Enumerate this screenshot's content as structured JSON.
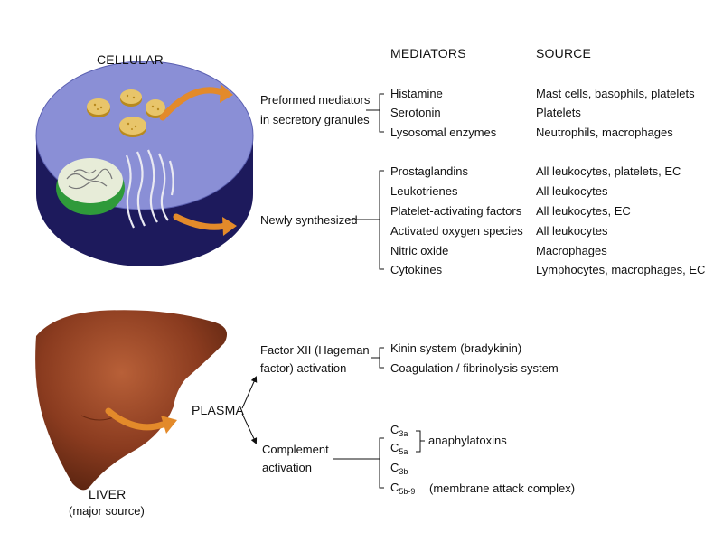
{
  "colors": {
    "cell_top": "#8a8fd6",
    "cell_side": "#1d1a5c",
    "granule": "#e8c56a",
    "granule_dot": "#b8891e",
    "nucleus": "#e7ecd8",
    "nucleus_rim": "#2f9a3a",
    "arrow": "#e38a2a",
    "liver": "#8a3b1f",
    "liver_light": "#b5582e"
  },
  "labels": {
    "cellular": "CELLULAR",
    "liver": "LIVER",
    "liver_sub": "(major source)",
    "plasma": "PLASMA",
    "mediators_header": "MEDIATORS",
    "source_header": "SOURCE"
  },
  "preformed": {
    "label_line1": "Preformed mediators",
    "label_line2": "in secretory granules",
    "mediators": [
      "Histamine",
      "Serotonin",
      "Lysosomal enzymes"
    ],
    "sources": [
      "Mast cells, basophils, platelets",
      "Platelets",
      "Neutrophils, macrophages"
    ]
  },
  "newly": {
    "label": "Newly synthesized",
    "mediators": [
      "Prostaglandins",
      "Leukotrienes",
      "Platelet-activating factors",
      "Activated oxygen species",
      "Nitric oxide",
      "Cytokines"
    ],
    "sources": [
      "All leukocytes, platelets, EC",
      "All leukocytes",
      "All leukocytes, EC",
      "All leukocytes",
      "Macrophages",
      "Lymphocytes, macrophages, EC"
    ]
  },
  "factor12": {
    "label_line1": "Factor XII (Hageman",
    "label_line2": "factor) activation",
    "items": [
      "Kinin system (bradykinin)",
      "Coagulation / fibrinolysis system"
    ]
  },
  "complement": {
    "label_line1": "Complement",
    "label_line2": "activation",
    "c3a_base": "C",
    "c3a_sub": "3a",
    "c5a_base": "C",
    "c5a_sub": "5a",
    "c3b_base": "C",
    "c3b_sub": "3b",
    "c5b9_base": "C",
    "c5b9_sub": "5b-9",
    "anaphylatoxins": "anaphylatoxins",
    "mac": "(membrane attack complex)"
  }
}
